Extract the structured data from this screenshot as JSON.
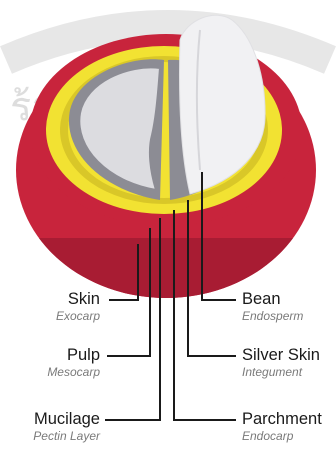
{
  "diagram": {
    "labels": [
      {
        "id": "skin",
        "name": "Skin",
        "sub": "Exocarp"
      },
      {
        "id": "pulp",
        "name": "Pulp",
        "sub": "Mesocarp"
      },
      {
        "id": "mucilage",
        "name": "Mucilage",
        "sub": "Pectin Layer"
      },
      {
        "id": "bean",
        "name": "Bean",
        "sub": "Endosperm"
      },
      {
        "id": "silverskin",
        "name": "Silver Skin",
        "sub": "Integument"
      },
      {
        "id": "parchment",
        "name": "Parchment",
        "sub": "Endocarp"
      }
    ],
    "watermark": "ร้าจอมเกล้าเจ้า",
    "colors": {
      "skin": "#c8243c",
      "skin_dark": "#a81c33",
      "pulp": "#f2e232",
      "mucilage": "#d9c728",
      "parchment": "#8c8c94",
      "bean": "#dcdce0",
      "bean_light": "#f1f1f3",
      "leader": "#1a1a1a"
    }
  }
}
